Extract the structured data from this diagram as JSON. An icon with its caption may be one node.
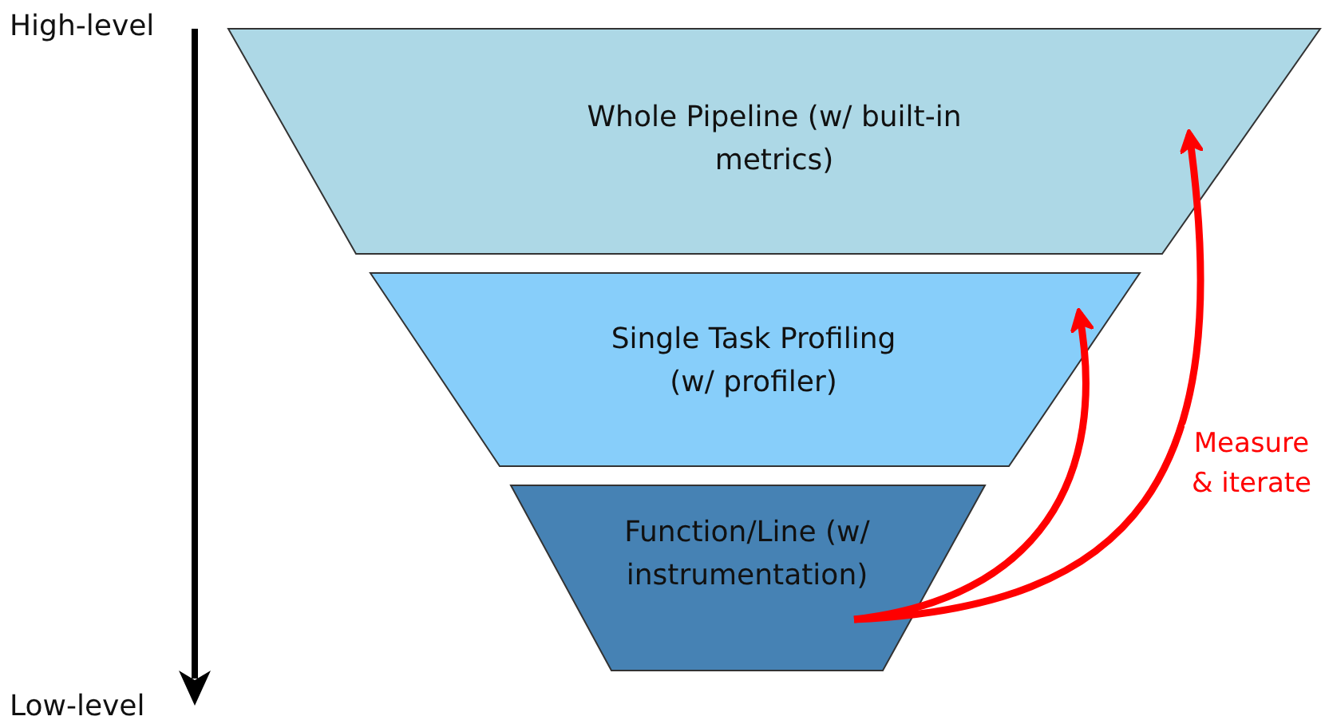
{
  "diagram": {
    "nodes": [
      {
        "text": [
          "Whole Pipeline (w/ built-in metrics)"
        ]
      },
      {
        "text": [
          "Single Task Profiling (w/ profiler)"
        ]
      },
      {
        "text": [
          "Function/Line (w/ instrumentation)"
        ]
      }
    ],
    "edges": [
      {
        "from": 2,
        "to": 1,
        "arrow": "to",
        "color": "#ff0000"
      },
      {
        "from": 2,
        "to": 0,
        "arrow": "to",
        "color": "#ff0000",
        "label": "Measure & iterate"
      }
    ],
    "labels": [
      "High-level",
      "Low-level"
    ]
  }
}
